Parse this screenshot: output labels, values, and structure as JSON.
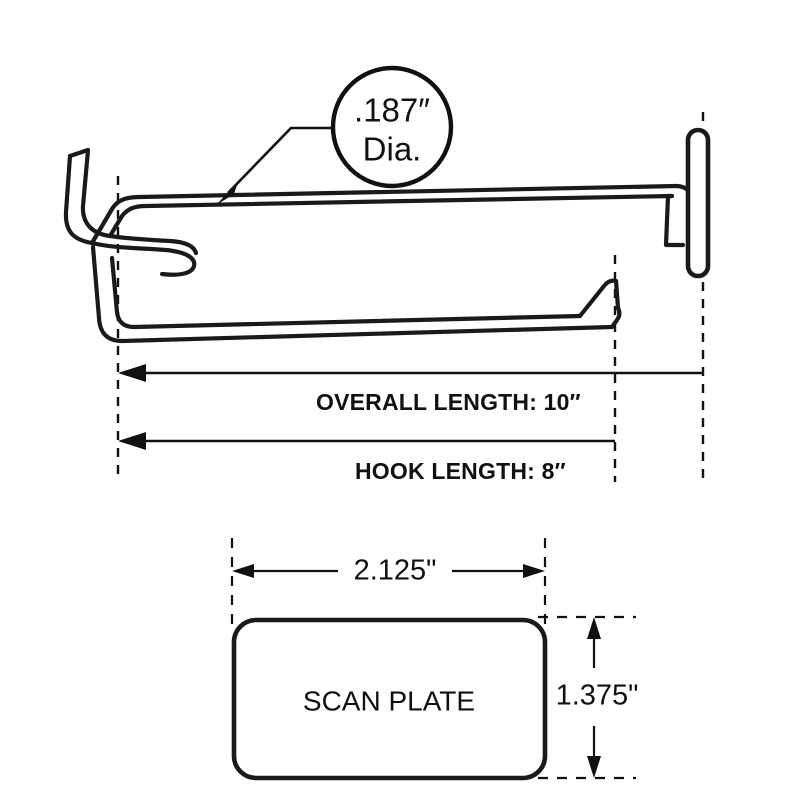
{
  "drawing": {
    "title": "Scanner Hook Technical Drawing",
    "background_color": "#ffffff",
    "line_color": "#111111"
  },
  "callout": {
    "name": "wire-diameter-callout",
    "line1": ".187″",
    "line2": "Dia."
  },
  "hook_dimensions": {
    "overall_length_label": "OVERALL LENGTH:  10″",
    "hook_length_label": "HOOK LENGTH:   8″"
  },
  "scan_plate": {
    "label": "SCAN PLATE",
    "width_label": "2.125\"",
    "height_label": "1.375\""
  }
}
